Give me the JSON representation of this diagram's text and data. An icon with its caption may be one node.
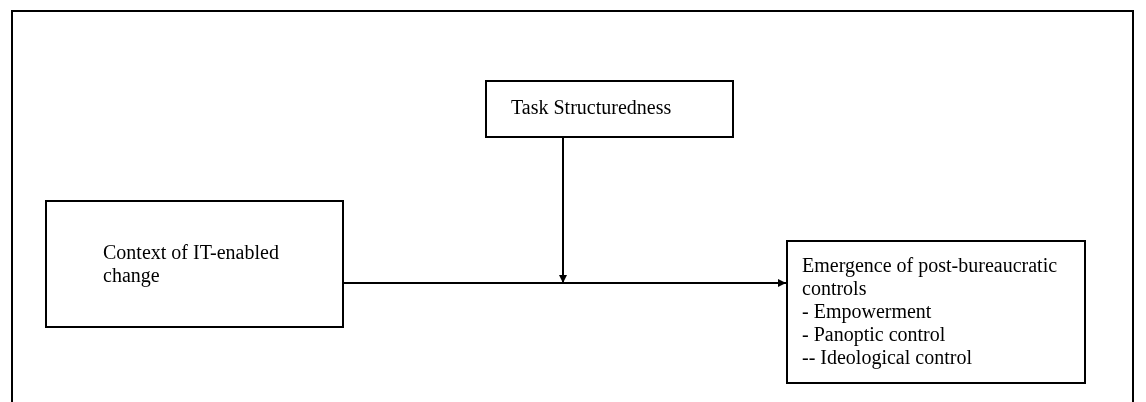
{
  "diagram": {
    "nodes": [
      {
        "text": [
          "Context of IT-enabled change"
        ]
      },
      {
        "text": [
          "Task Structuredness"
        ]
      },
      {
        "text": [
          "Emergence of post-bureaucratic controls",
          "- Empowerment",
          "- Panoptic control",
          "-- Ideological control"
        ]
      }
    ],
    "edges": [
      {
        "from": 0,
        "to": 2,
        "arrow": "to"
      },
      {
        "from": 1,
        "to": null,
        "arrow": "to"
      }
    ]
  }
}
